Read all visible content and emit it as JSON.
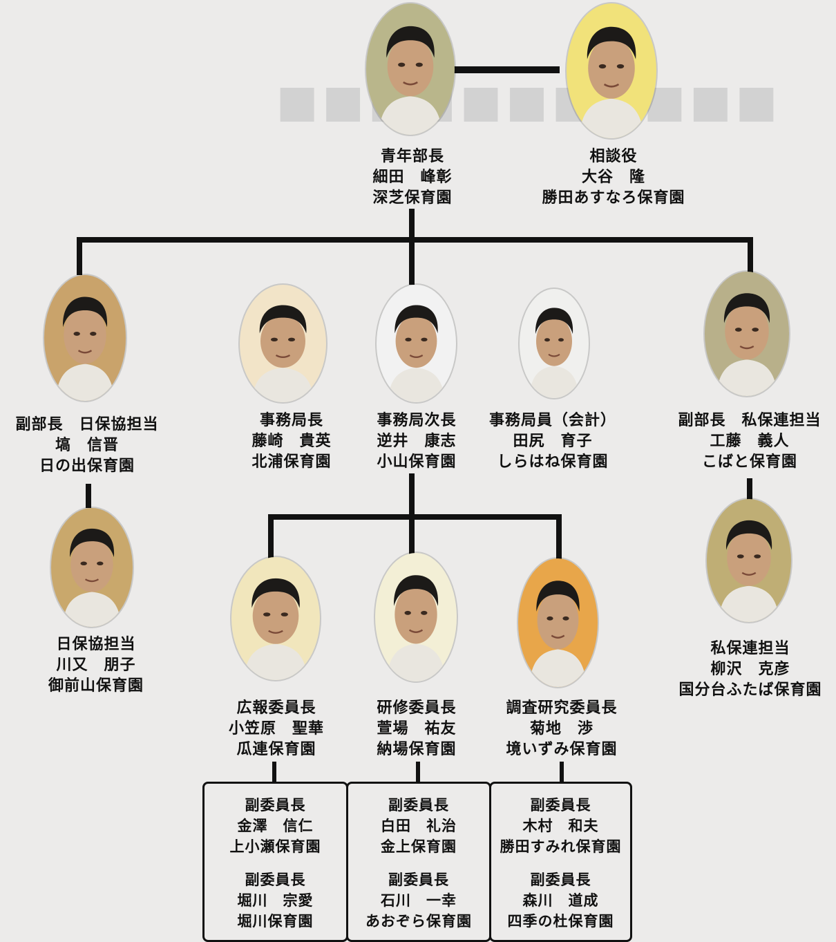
{
  "top": [
    {
      "id": "chief",
      "title": "青年部長",
      "name": "細田　峰彰",
      "org": "深芝保育園",
      "bg": "#b9b68b"
    },
    {
      "id": "advisor",
      "title": "相談役",
      "name": "大谷　隆",
      "org": "勝田あすなろ保育園",
      "bg": "#f1e27a"
    }
  ],
  "tier2": [
    {
      "id": "vice-left",
      "title": "副部長　日保協担当",
      "name": "塙　信晋",
      "org": "日の出保育園",
      "bg": "#c9a36b"
    },
    {
      "id": "secretary-general",
      "title": "事務局長",
      "name": "藤崎　貴英",
      "org": "北浦保育園",
      "bg": "#f2e4c8"
    },
    {
      "id": "deputy-secretary",
      "title": "事務局次長",
      "name": "逆井　康志",
      "org": "小山保育園",
      "bg": "#f2f2f2"
    },
    {
      "id": "accountant",
      "title": "事務局員（会計）",
      "name": "田尻　育子",
      "org": "しらはね保育園",
      "bg": "#f0f0ee"
    },
    {
      "id": "vice-right",
      "title": "副部長　私保連担当",
      "name": "工藤　義人",
      "org": "こばと保育園",
      "bg": "#b8b08a"
    }
  ],
  "tier3": [
    {
      "id": "jhk-member",
      "title": "日保協担当",
      "name": "川又　朋子",
      "org": "御前山保育園",
      "bg": "#c9a86c"
    },
    {
      "id": "pr-chair",
      "title": "広報委員長",
      "name": "小笠原　聖華",
      "org": "瓜連保育園",
      "bg": "#f1e6bc"
    },
    {
      "id": "training-chair",
      "title": "研修委員長",
      "name": "萱場　祐友",
      "org": "納場保育園",
      "bg": "#f3efd6"
    },
    {
      "id": "research-chair",
      "title": "調査研究委員長",
      "name": "菊地　渉",
      "org": "境いずみ保育園",
      "bg": "#e8a64a"
    },
    {
      "id": "shihoren-member",
      "title": "私保連担当",
      "name": "柳沢　克彦",
      "org": "国分台ふたば保育園",
      "bg": "#bfae75"
    }
  ],
  "vice_boxes": [
    {
      "id": "pr",
      "members": [
        {
          "title": "副委員長",
          "name": "金澤　信仁",
          "org": "上小瀬保育園"
        },
        {
          "title": "副委員長",
          "name": "堀川　宗愛",
          "org": "堀川保育園"
        }
      ]
    },
    {
      "id": "training",
      "members": [
        {
          "title": "副委員長",
          "name": "白田　礼治",
          "org": "金上保育園"
        },
        {
          "title": "副委員長",
          "name": "石川　一幸",
          "org": "あおぞら保育園"
        }
      ]
    },
    {
      "id": "research",
      "members": [
        {
          "title": "副委員長",
          "name": "木村　和夫",
          "org": "勝田すみれ保育園"
        },
        {
          "title": "副委員長",
          "name": "森川　道成",
          "org": "四季の杜保育園"
        }
      ]
    }
  ],
  "colors": {
    "line": "#111111",
    "background": "#ecebea"
  }
}
